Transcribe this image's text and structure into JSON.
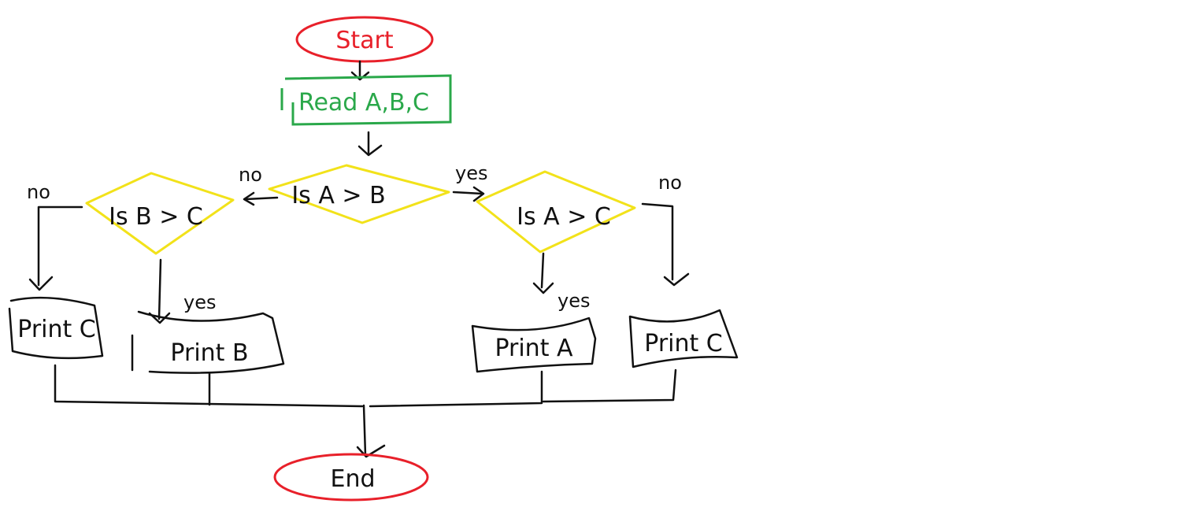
{
  "diagram": {
    "start": "Start",
    "input": "Read A,B,C",
    "decision_main": "Is A > B",
    "decision_left": "Is B > C",
    "decision_right": "Is A > C",
    "label_main_no": "no",
    "label_main_yes": "yes",
    "label_left_no": "no",
    "label_left_yes": "yes",
    "label_right_yes": "yes",
    "label_right_no": "no",
    "output_c_left": "Print C",
    "output_b": "Print B",
    "output_a": "Print A",
    "output_c_right": "Print C",
    "end": "End"
  },
  "colors": {
    "terminal": "#e8202a",
    "io": "#2aa84a",
    "decision": "#f2e21a",
    "ink": "#111111"
  }
}
